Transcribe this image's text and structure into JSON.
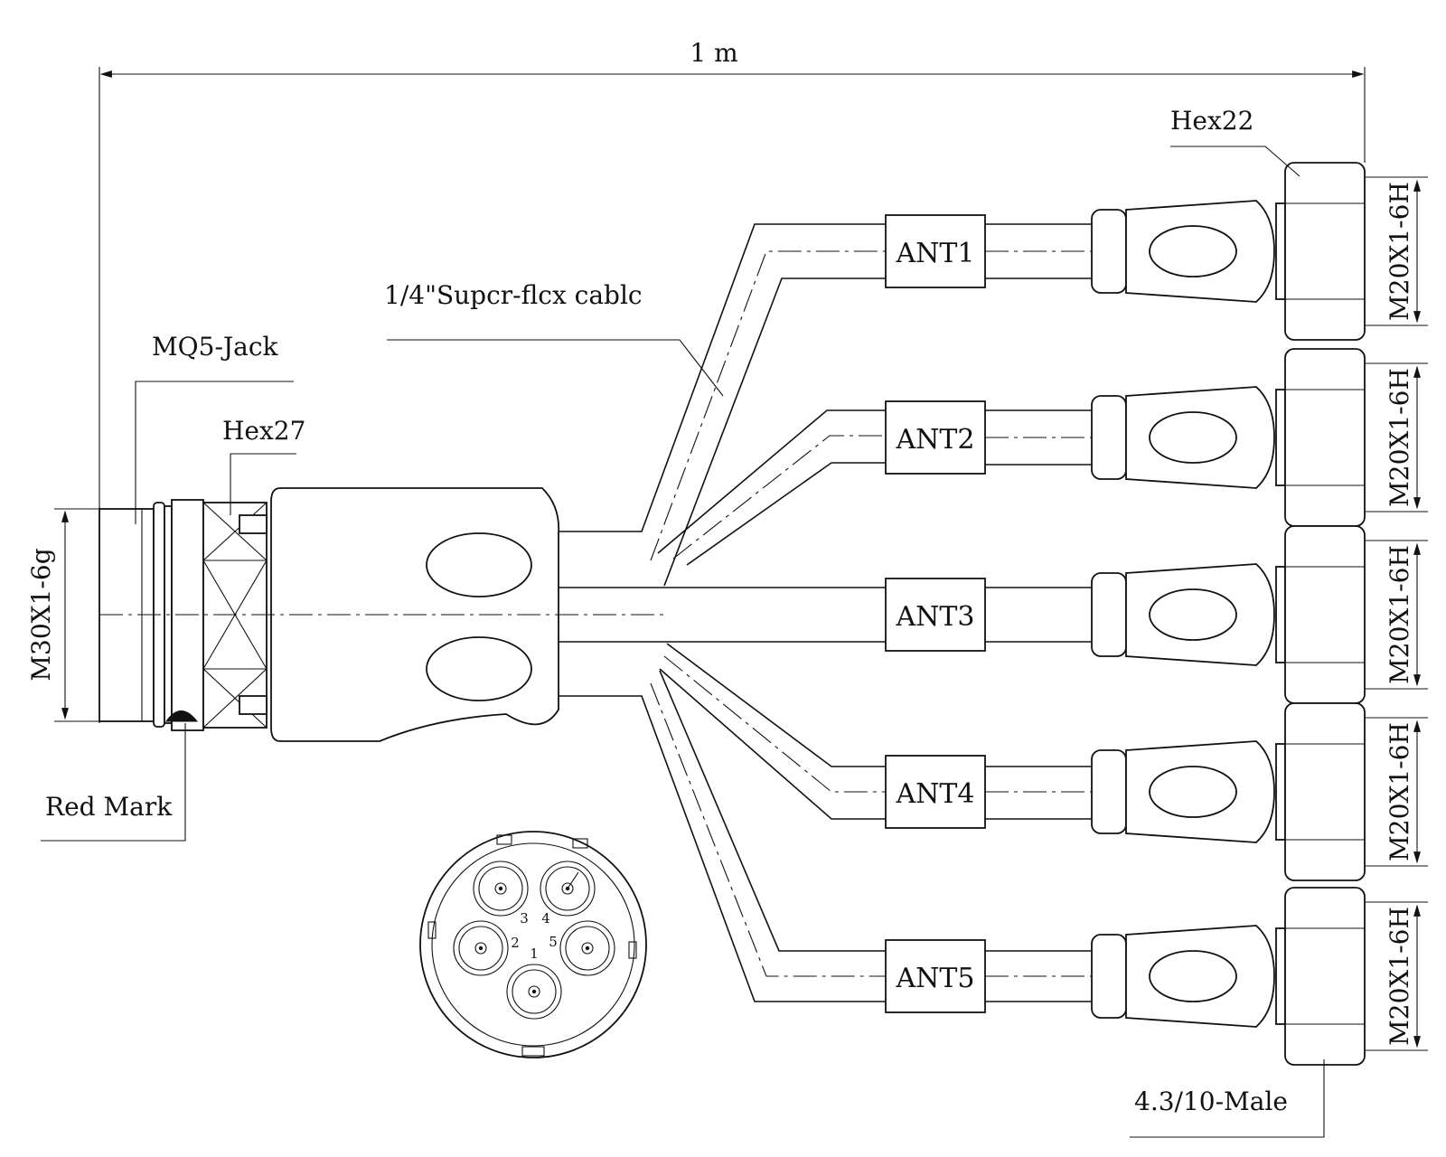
{
  "labels": {
    "length": "1 m",
    "hex22": "Hex22",
    "cable": "1/4\"Supcr-flcx cablc",
    "mq5_jack": "MQ5-Jack",
    "hex27": "Hex27",
    "thread_main": "M30X1-6g",
    "red_mark": "Red Mark",
    "male_connector": "4.3/10-Male"
  },
  "branches": [
    {
      "ant": "ANT1",
      "thread": "M20X1-6H"
    },
    {
      "ant": "ANT2",
      "thread": "M20X1-6H"
    },
    {
      "ant": "ANT3",
      "thread": "M20X1-6H"
    },
    {
      "ant": "ANT4",
      "thread": "M20X1-6H"
    },
    {
      "ant": "ANT5",
      "thread": "M20X1-6H"
    }
  ],
  "pins": [
    "1",
    "2",
    "3",
    "4",
    "5"
  ],
  "colors": {
    "line": "#111111",
    "red_mark": "#111111"
  }
}
